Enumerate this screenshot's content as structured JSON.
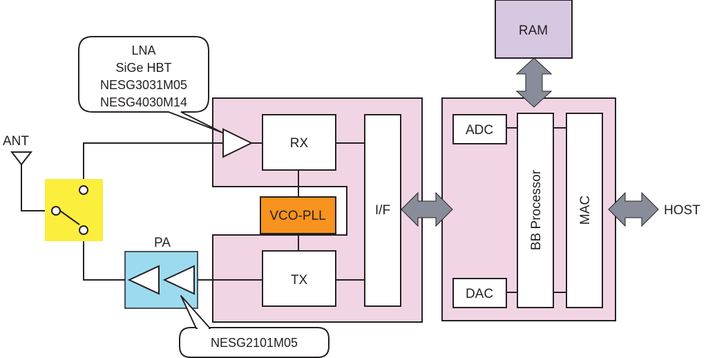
{
  "labels": {
    "ant": "ANT",
    "rx": "RX",
    "tx": "TX",
    "vco_pll": "VCO-PLL",
    "if": "I/F",
    "pa": "PA",
    "ram": "RAM",
    "adc": "ADC",
    "dac": "DAC",
    "bb_processor": "BB Processor",
    "mac": "MAC",
    "host": "HOST"
  },
  "callouts": {
    "lna_lines": [
      "LNA",
      "SiGe HBT",
      "NESG3031M05",
      "NESG4030M14"
    ],
    "pa_part": "NESG2101M05"
  },
  "colors": {
    "rf_block": "#f2d5e4",
    "baseband_block": "#f2d5e4",
    "switch_block": "#fbee3d",
    "pa_block": "#9cdbef",
    "vco_pll": "#f7931e",
    "ram": "#d7c8e2",
    "bus_arrow": "#898d99",
    "line": "#231f20"
  }
}
